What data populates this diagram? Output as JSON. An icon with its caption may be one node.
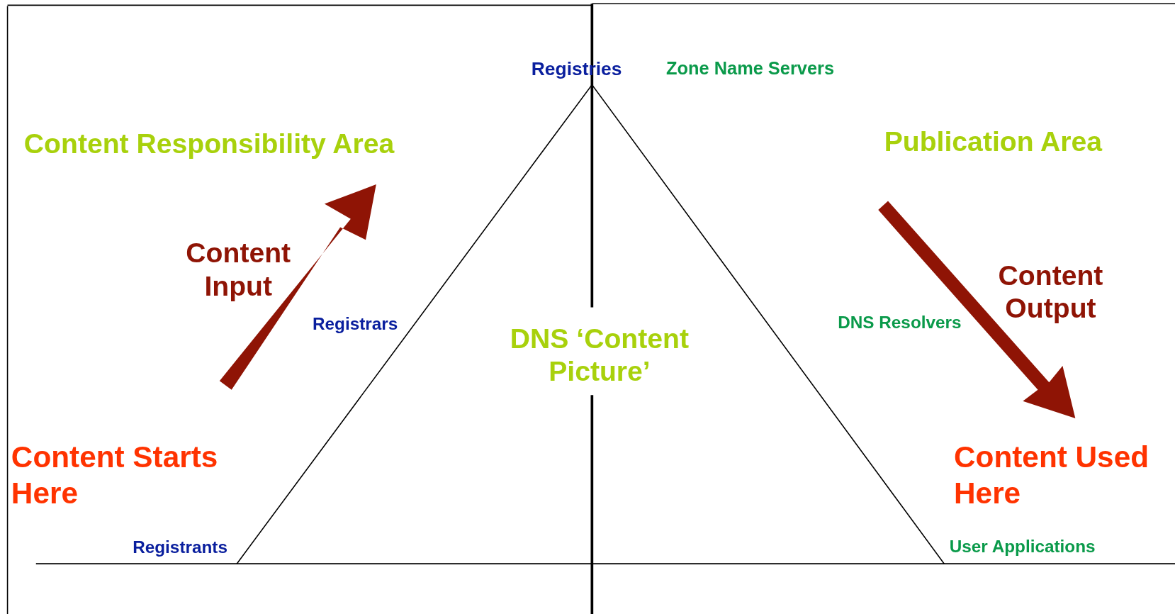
{
  "diagram": {
    "labels": [
      "Registries",
      "Zone Name Servers",
      "Publication Area",
      "Content Responsibility Area",
      "Content Input",
      "Content Output",
      "DNS Resolvers",
      "Registrars",
      "DNS ‘Content Picture’",
      "Content Starts Here",
      "Content Used Here",
      "User Applications",
      "Registrants"
    ]
  }
}
